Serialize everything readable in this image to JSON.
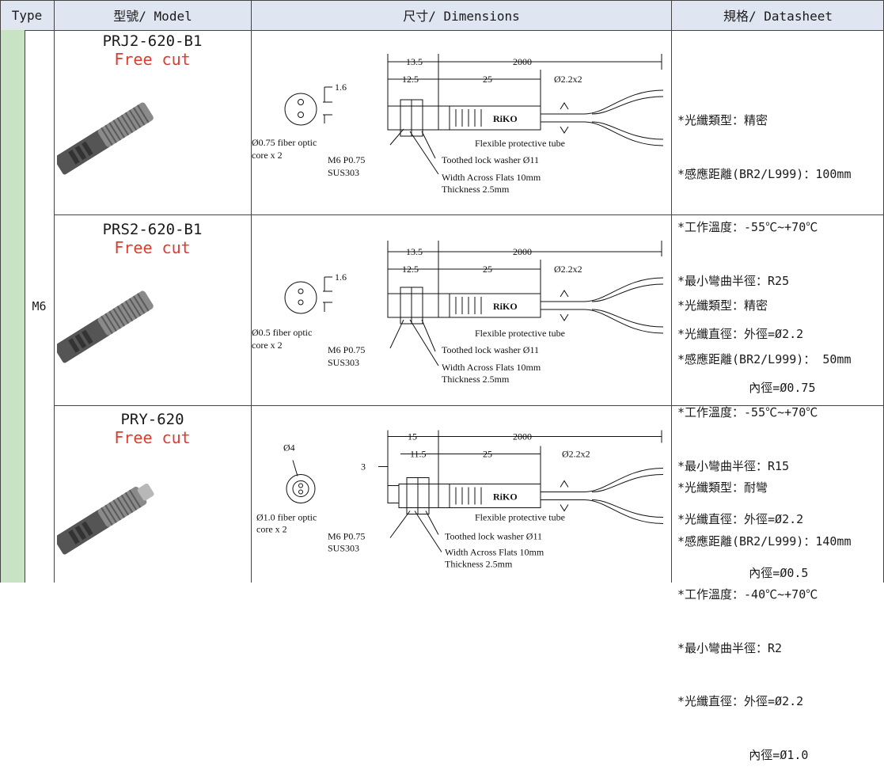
{
  "header": {
    "type": "Type",
    "model": "型號/ Model",
    "dimensions": "尺寸/ Dimensions",
    "datasheet": "規格/ Datasheet"
  },
  "type_group": "M6",
  "rows": [
    {
      "model": "PRJ2-620-B1",
      "subtitle": "Free cut",
      "dim": {
        "d_top": "13.5",
        "d_sub": "12.5",
        "d_mid": "25",
        "d_len": "2000",
        "d_tube": "Ø2.2x2",
        "d_core_size": "1.6",
        "core_label_1": "Ø0.75 fiber optic",
        "core_label_2": "core x 2",
        "thread_1": "M6 P0.75",
        "thread_2": "SUS303",
        "washer": "Toothed lock washer Ø11",
        "flats_1": "Width Across Flats 10mm",
        "flats_2": "Thickness 2.5mm",
        "tube": "Flexible protective tube",
        "brand": "RiKO"
      },
      "spec": [
        "*光纖類型：精密",
        "*感應距離(BR2/L999)：100mm",
        "*工作溫度：-55℃~+70℃",
        "*最小彎曲半徑：R25",
        "*光纖直徑：外徑=Ø2.2",
        "          內徑=Ø0.75"
      ]
    },
    {
      "model": "PRS2-620-B1",
      "subtitle": "Free cut",
      "dim": {
        "d_top": "13.5",
        "d_sub": "12.5",
        "d_mid": "25",
        "d_len": "2000",
        "d_tube": "Ø2.2x2",
        "d_core_size": "1.6",
        "core_label_1": "Ø0.5 fiber optic",
        "core_label_2": "core x 2",
        "thread_1": "M6 P0.75",
        "thread_2": "SUS303",
        "washer": "Toothed lock washer Ø11",
        "flats_1": "Width Across Flats 10mm",
        "flats_2": "Thickness 2.5mm",
        "tube": "Flexible protective tube",
        "brand": "RiKO"
      },
      "spec": [
        "*光纖類型：精密",
        "*感應距離(BR2/L999)： 50mm",
        "*工作溫度：-55℃~+70℃",
        "*最小彎曲半徑：R15",
        "*光纖直徑：外徑=Ø2.2",
        "          內徑=Ø0.5"
      ]
    },
    {
      "model": "PRY-620",
      "subtitle": "Free cut",
      "dim": {
        "d_top": "15",
        "d_sub": "11.5",
        "d_mid": "25",
        "d_len": "2000",
        "d_tube": "Ø2.2x2",
        "d_core_size": "Ø4",
        "d_tip": "3",
        "core_label_1": "Ø1.0 fiber optic",
        "core_label_2": "core x 2",
        "thread_1": "M6 P0.75",
        "thread_2": "SUS303",
        "washer": "Toothed lock washer Ø11",
        "flats_1": "Width Across Flats 10mm",
        "flats_2": "Thickness 2.5mm",
        "tube": "Flexible protective tube",
        "brand": "RiKO"
      },
      "spec": [
        "*光纖類型：耐彎",
        "*感應距離(BR2/L999)：140mm",
        "*工作溫度：-40℃~+70℃",
        "*最小彎曲半徑：R2",
        "*光纖直徑：外徑=Ø2.2",
        "          內徑=Ø1.0"
      ]
    }
  ],
  "colors": {
    "header_bg": "#dfe6f1",
    "type_strip": "#c8e3c4",
    "subtitle": "#e03a2f"
  }
}
